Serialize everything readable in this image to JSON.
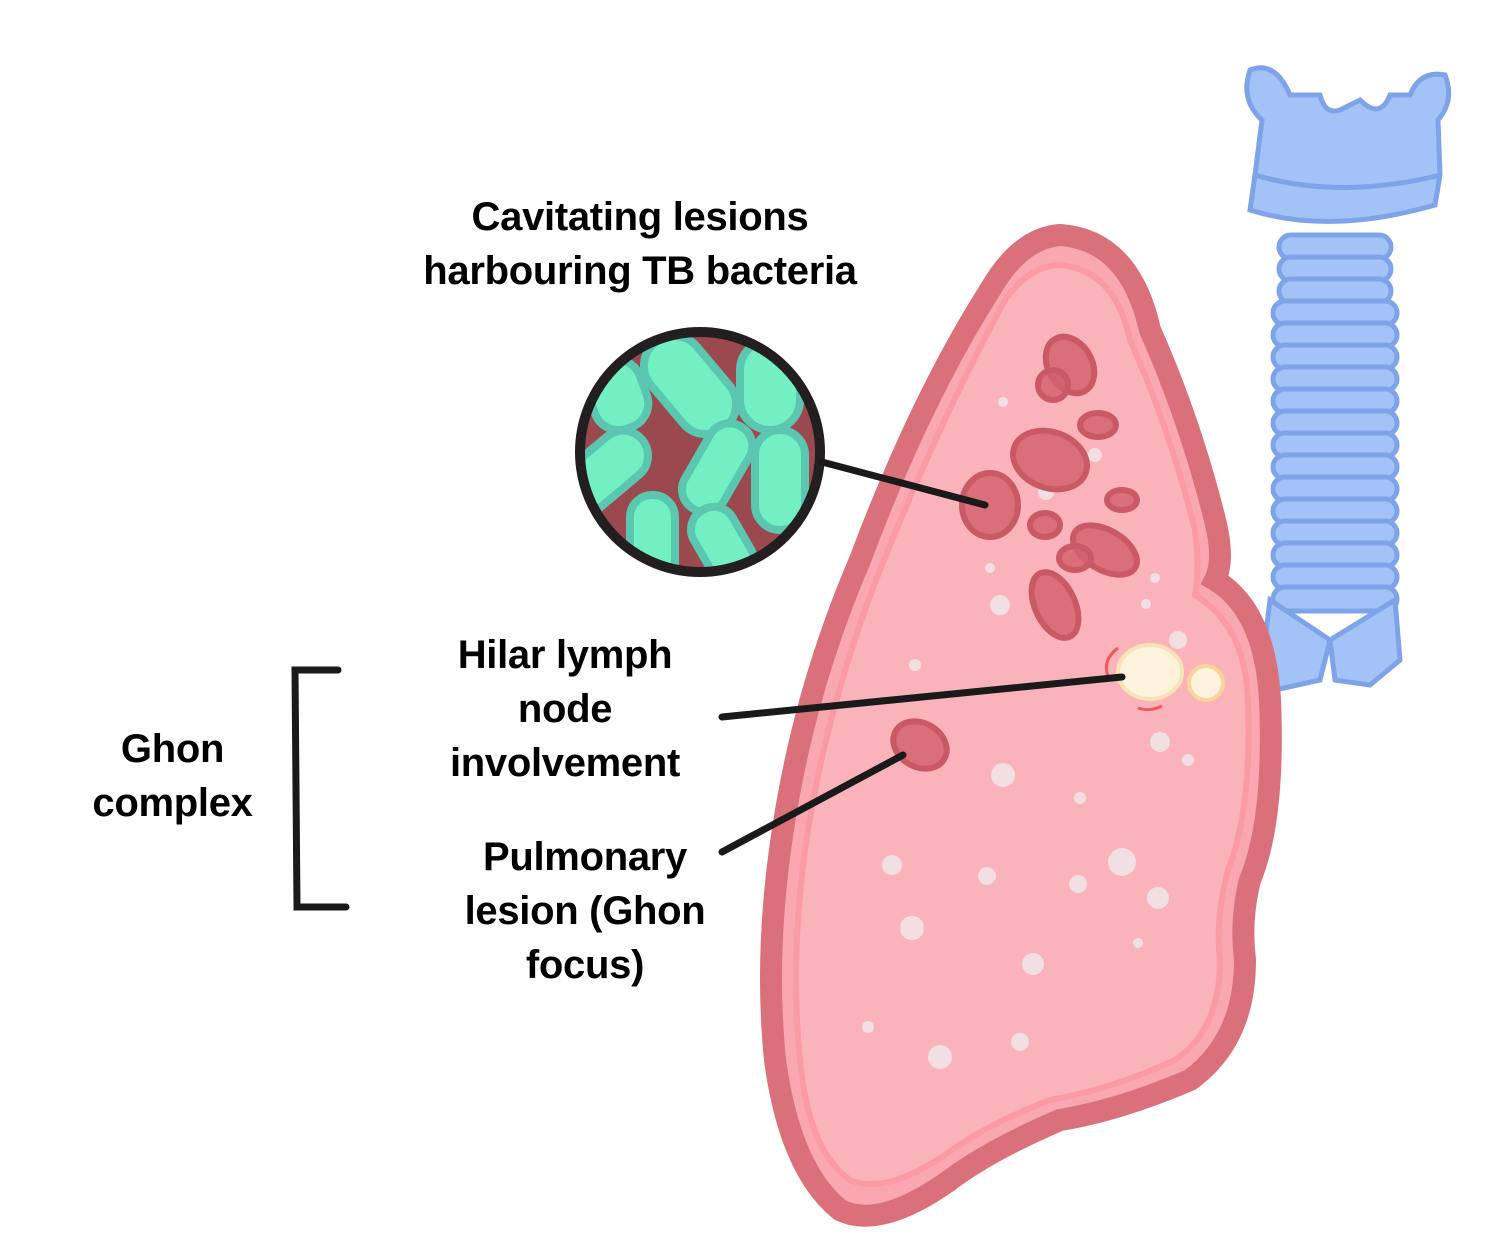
{
  "labels": {
    "cavitating": [
      "Cavitating lesions",
      "harbouring TB bacteria"
    ],
    "hilar": [
      "Hilar lymph",
      "node",
      "involvement"
    ],
    "pulmonary": [
      "Pulmonary",
      "lesion (Ghon",
      "focus)"
    ],
    "ghon_complex": [
      "Ghon",
      "complex"
    ]
  },
  "colors": {
    "lung_outline": "#d9707a",
    "lung_fill": "#f9a8b1",
    "lung_inner": "#fbb3bb",
    "lesion": "#d4636d",
    "trachea": "#a3c3f7",
    "trachea_outline": "#7fa3e8",
    "bacteria": "#72f0c3",
    "bacteria_bg": "#9a4a4f",
    "lymph_node": "#fdf3dc"
  }
}
